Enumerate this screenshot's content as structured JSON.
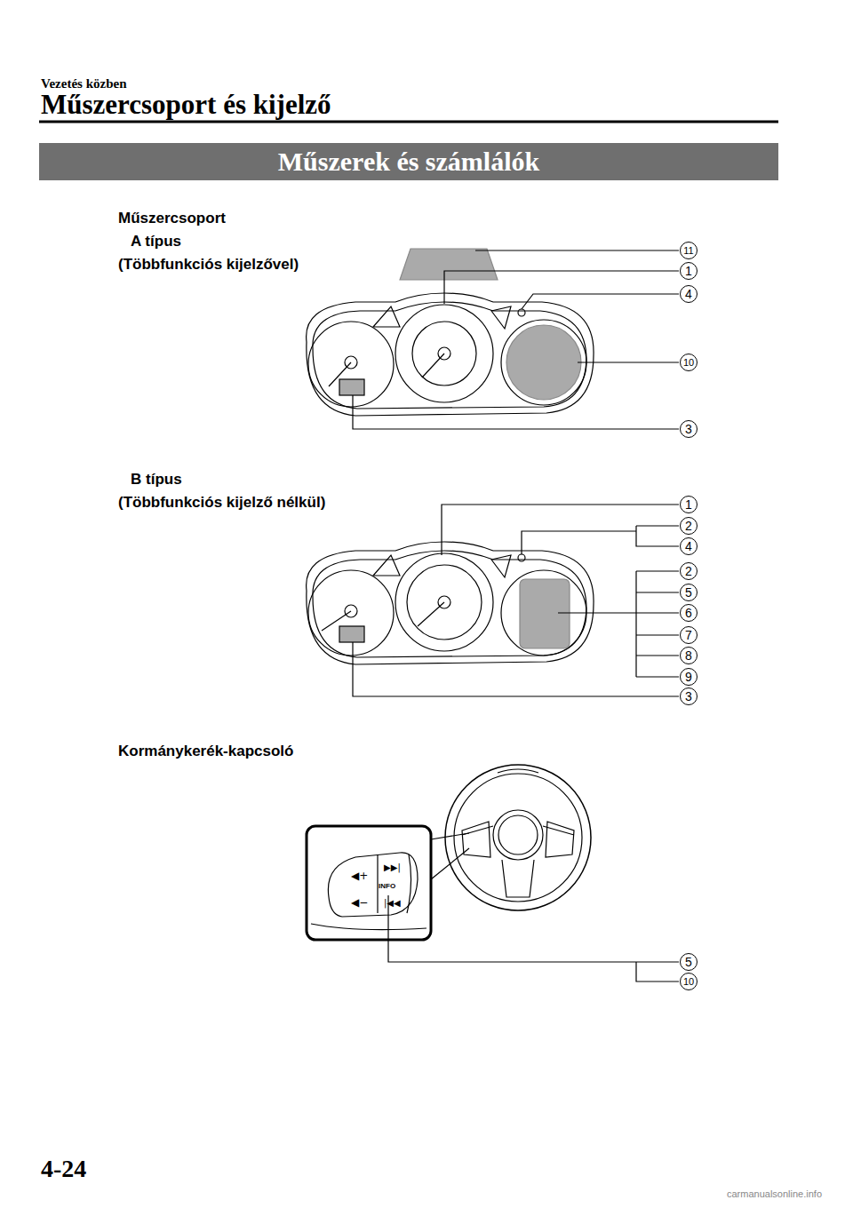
{
  "diagram": {
    "title": "Műszercsoport és kijelző",
    "nodes": [
      {
        "text": [
          "Műszerek és számlálók"
        ]
      }
    ],
    "labels": [
      "Vezetés közben",
      "Műszercsoport",
      "A típus",
      "(Többfunkciós kijelzővel)",
      "B típus",
      "(Többfunkciós kijelző nélkül)",
      "Kormánykerék-kapcsoló",
      "11",
      "1",
      "4",
      "10",
      "3",
      "1",
      "2",
      "4",
      "2",
      "5",
      "6",
      "7",
      "8",
      "9",
      "3",
      "5",
      "10",
      "INFO",
      "4-24",
      "carmanualsonline.info"
    ]
  }
}
